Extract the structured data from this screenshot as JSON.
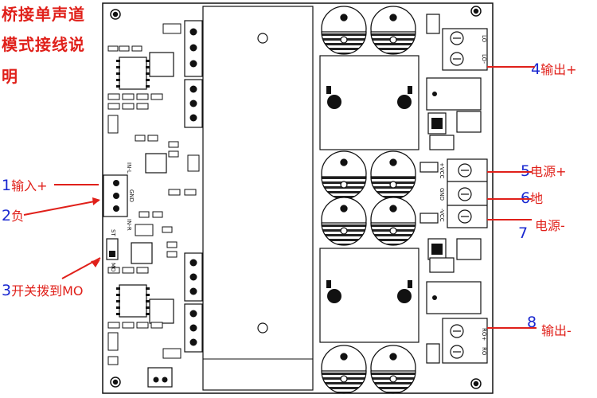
{
  "title": {
    "line1": "桥接单声道",
    "line2": "模式接线说",
    "line3": "明"
  },
  "annotations": [
    {
      "num": "1",
      "text": "输入+",
      "color_num": "#1a28d0",
      "color_text": "#e0201a"
    },
    {
      "num": "2",
      "text": "负"
    },
    {
      "num": "3",
      "text": "开关拨到MO"
    },
    {
      "num": "4",
      "text": "输出+"
    },
    {
      "num": "5",
      "text": "电源+"
    },
    {
      "num": "6",
      "text": "地"
    },
    {
      "num": "7",
      "text": "电源-"
    },
    {
      "num": "8",
      "text": "输出-"
    }
  ],
  "silkscreen": {
    "in_l": "IN-L",
    "gnd_in": "GND",
    "in_r": "IN-R",
    "st": "ST",
    "mo": "MO",
    "lo": "LO",
    "lo_minus": "LO-",
    "plus_vcc": "+VCC",
    "gnd_pwr": "GND",
    "minus_vcc": "-VCC",
    "ro": "RO",
    "ro_plus": "RO+"
  },
  "colors": {
    "label_red": "#e0201a",
    "number_blue": "#1a28d0",
    "board_outline": "#111111"
  }
}
